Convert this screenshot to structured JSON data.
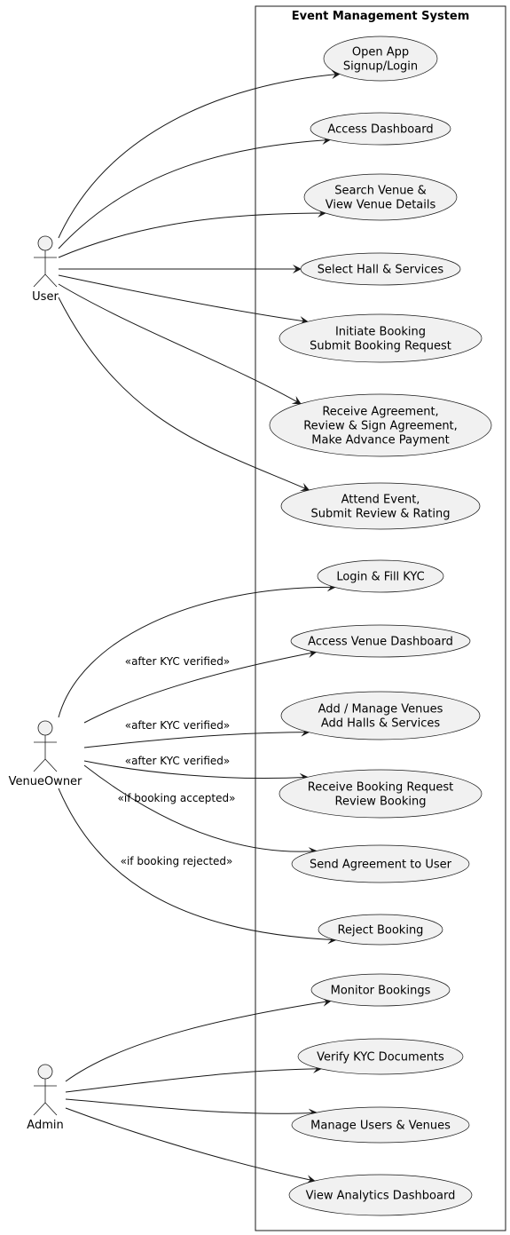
{
  "system": {
    "title": "Event Management System"
  },
  "actors": [
    {
      "id": "user",
      "label": "User"
    },
    {
      "id": "venue_owner",
      "label": "VenueOwner"
    },
    {
      "id": "admin",
      "label": "Admin"
    }
  ],
  "use_cases": [
    {
      "id": "uc1",
      "lines": [
        "Open App",
        "Signup/Login"
      ]
    },
    {
      "id": "uc2",
      "lines": [
        "Access Dashboard"
      ]
    },
    {
      "id": "uc3",
      "lines": [
        "Search Venue &",
        "View Venue Details"
      ]
    },
    {
      "id": "uc4",
      "lines": [
        "Select Hall & Services"
      ]
    },
    {
      "id": "uc5",
      "lines": [
        "Initiate Booking",
        "Submit Booking Request"
      ]
    },
    {
      "id": "uc6",
      "lines": [
        "Receive Agreement,",
        "Review & Sign Agreement,",
        "Make Advance Payment"
      ]
    },
    {
      "id": "uc7",
      "lines": [
        "Attend Event,",
        "Submit Review & Rating"
      ]
    },
    {
      "id": "uc8",
      "lines": [
        "Login & Fill KYC"
      ]
    },
    {
      "id": "uc9",
      "lines": [
        "Access Venue Dashboard"
      ]
    },
    {
      "id": "uc10",
      "lines": [
        "Add / Manage Venues",
        "Add Halls & Services"
      ]
    },
    {
      "id": "uc11",
      "lines": [
        "Receive Booking Request",
        "Review Booking"
      ]
    },
    {
      "id": "uc12",
      "lines": [
        "Send Agreement to User"
      ]
    },
    {
      "id": "uc13",
      "lines": [
        "Reject Booking"
      ]
    },
    {
      "id": "uc14",
      "lines": [
        "Monitor Bookings"
      ]
    },
    {
      "id": "uc15",
      "lines": [
        "Verify KYC Documents"
      ]
    },
    {
      "id": "uc16",
      "lines": [
        "Manage Users & Venues"
      ]
    },
    {
      "id": "uc17",
      "lines": [
        "View Analytics Dashboard"
      ]
    }
  ],
  "edges": [
    {
      "from": "user",
      "to": "uc1",
      "label": ""
    },
    {
      "from": "user",
      "to": "uc2",
      "label": ""
    },
    {
      "from": "user",
      "to": "uc3",
      "label": ""
    },
    {
      "from": "user",
      "to": "uc4",
      "label": ""
    },
    {
      "from": "user",
      "to": "uc5",
      "label": ""
    },
    {
      "from": "user",
      "to": "uc6",
      "label": ""
    },
    {
      "from": "user",
      "to": "uc7",
      "label": ""
    },
    {
      "from": "venue_owner",
      "to": "uc8",
      "label": ""
    },
    {
      "from": "venue_owner",
      "to": "uc9",
      "label": "«after KYC verified»"
    },
    {
      "from": "venue_owner",
      "to": "uc10",
      "label": "«after KYC verified»"
    },
    {
      "from": "venue_owner",
      "to": "uc11",
      "label": "«after KYC verified»"
    },
    {
      "from": "venue_owner",
      "to": "uc12",
      "label": "«if booking accepted»"
    },
    {
      "from": "venue_owner",
      "to": "uc13",
      "label": "«if booking rejected»"
    },
    {
      "from": "admin",
      "to": "uc14",
      "label": ""
    },
    {
      "from": "admin",
      "to": "uc15",
      "label": ""
    },
    {
      "from": "admin",
      "to": "uc16",
      "label": ""
    },
    {
      "from": "admin",
      "to": "uc17",
      "label": ""
    }
  ],
  "colors": {
    "usecase_fill": "#f1f1f1",
    "stroke": "#181818",
    "actor_fill": "#f1f1f1"
  }
}
